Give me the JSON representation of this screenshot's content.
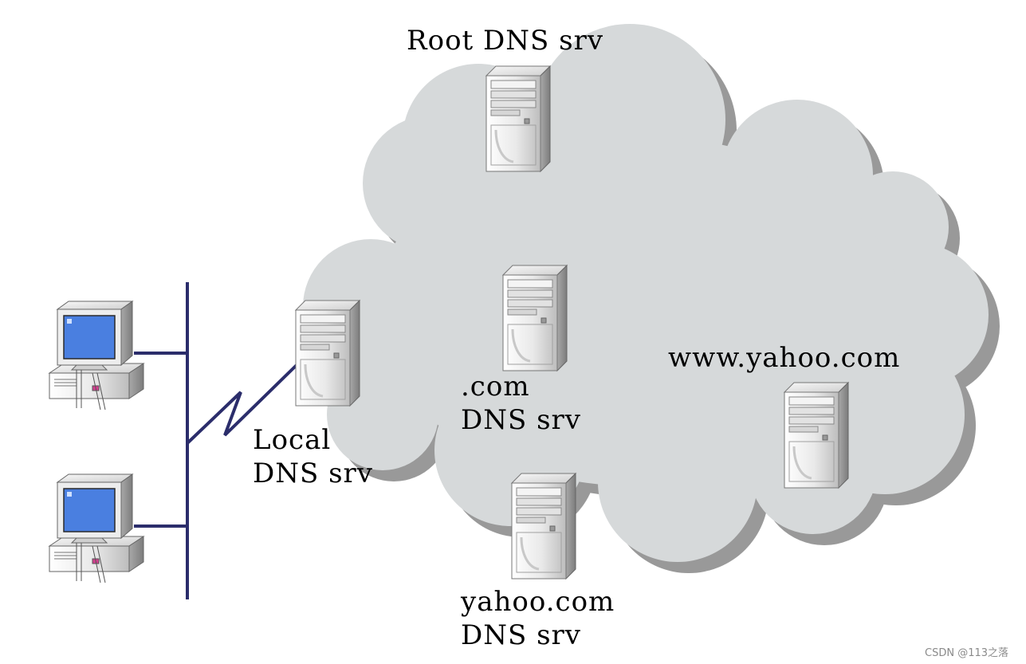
{
  "diagram": {
    "labels": {
      "root": "Root DNS srv",
      "com_line1": ".com",
      "com_line2": "DNS srv",
      "www": "www.yahoo.com",
      "local_line1": "Local",
      "local_line2": "DNS srv",
      "yahoo_line1": "yahoo.com",
      "yahoo_line2": "DNS srv"
    },
    "watermark": "CSDN @113之落"
  },
  "colors": {
    "cloud": "#d6d9da",
    "cloud_shadow": "#999999",
    "network_line": "#2b2d6b",
    "screen": "#4a7fe0",
    "case": "#e6e6e6"
  }
}
